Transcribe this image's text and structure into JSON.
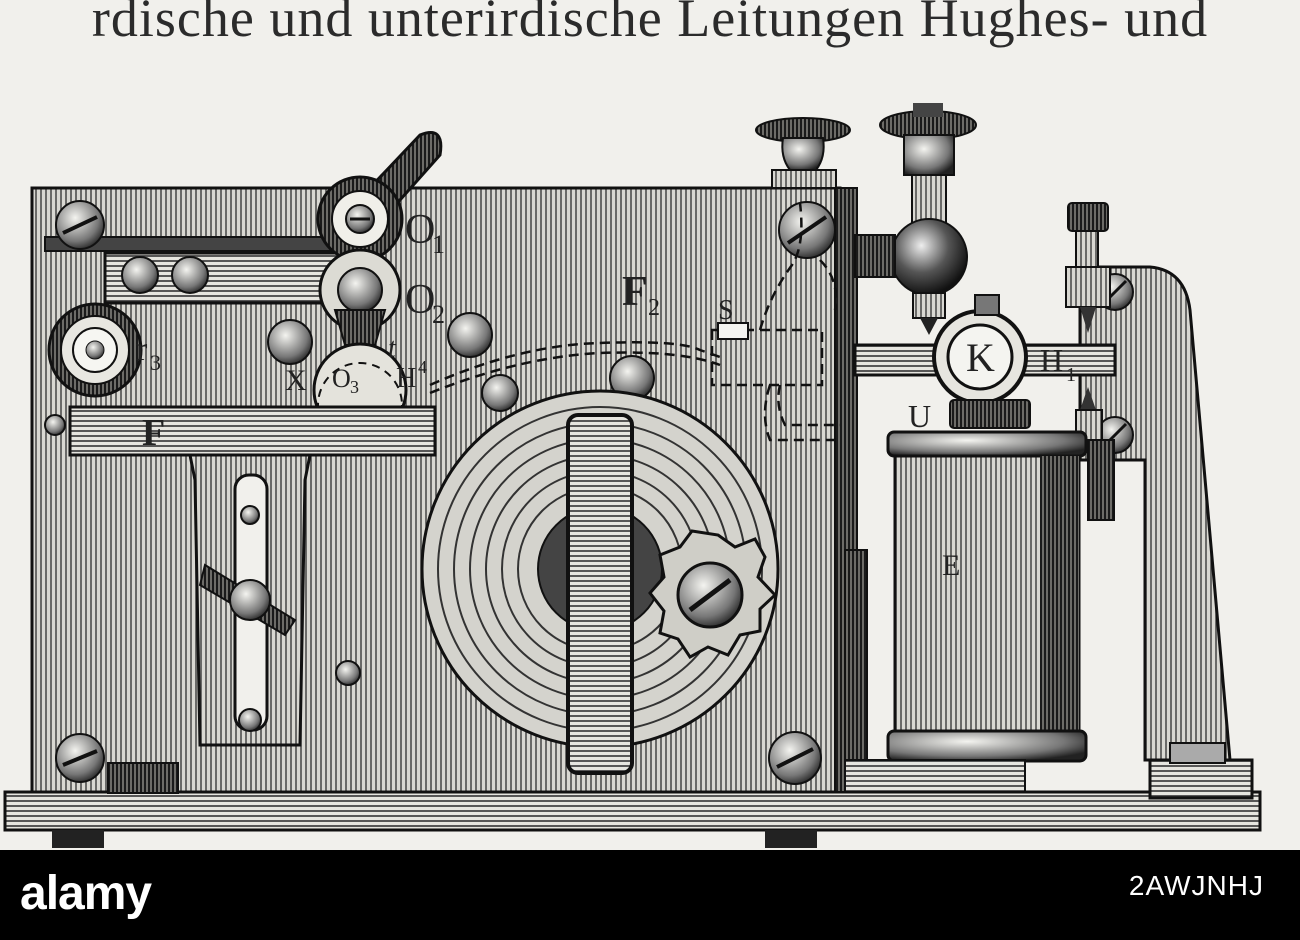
{
  "headline": "rdische und unterirdische Leitungen Hughes- und",
  "diagram": {
    "labels": {
      "o1": "O",
      "o1_sub": "1",
      "o2": "O",
      "o2_sub": "2",
      "o3": "O",
      "o3_sub": "3",
      "r3": "r",
      "r3_sub": "3",
      "x": "X",
      "t": "t",
      "h4": "H",
      "h4_sup": "4",
      "f": "F",
      "f2": "F",
      "f2_sub": "2",
      "s": "S",
      "k": "K",
      "h1": "H",
      "h1_sub": "1",
      "u": "U",
      "e": "E"
    }
  },
  "footer": {
    "logo": "alamy",
    "image_id": "2AWJNHJ"
  }
}
